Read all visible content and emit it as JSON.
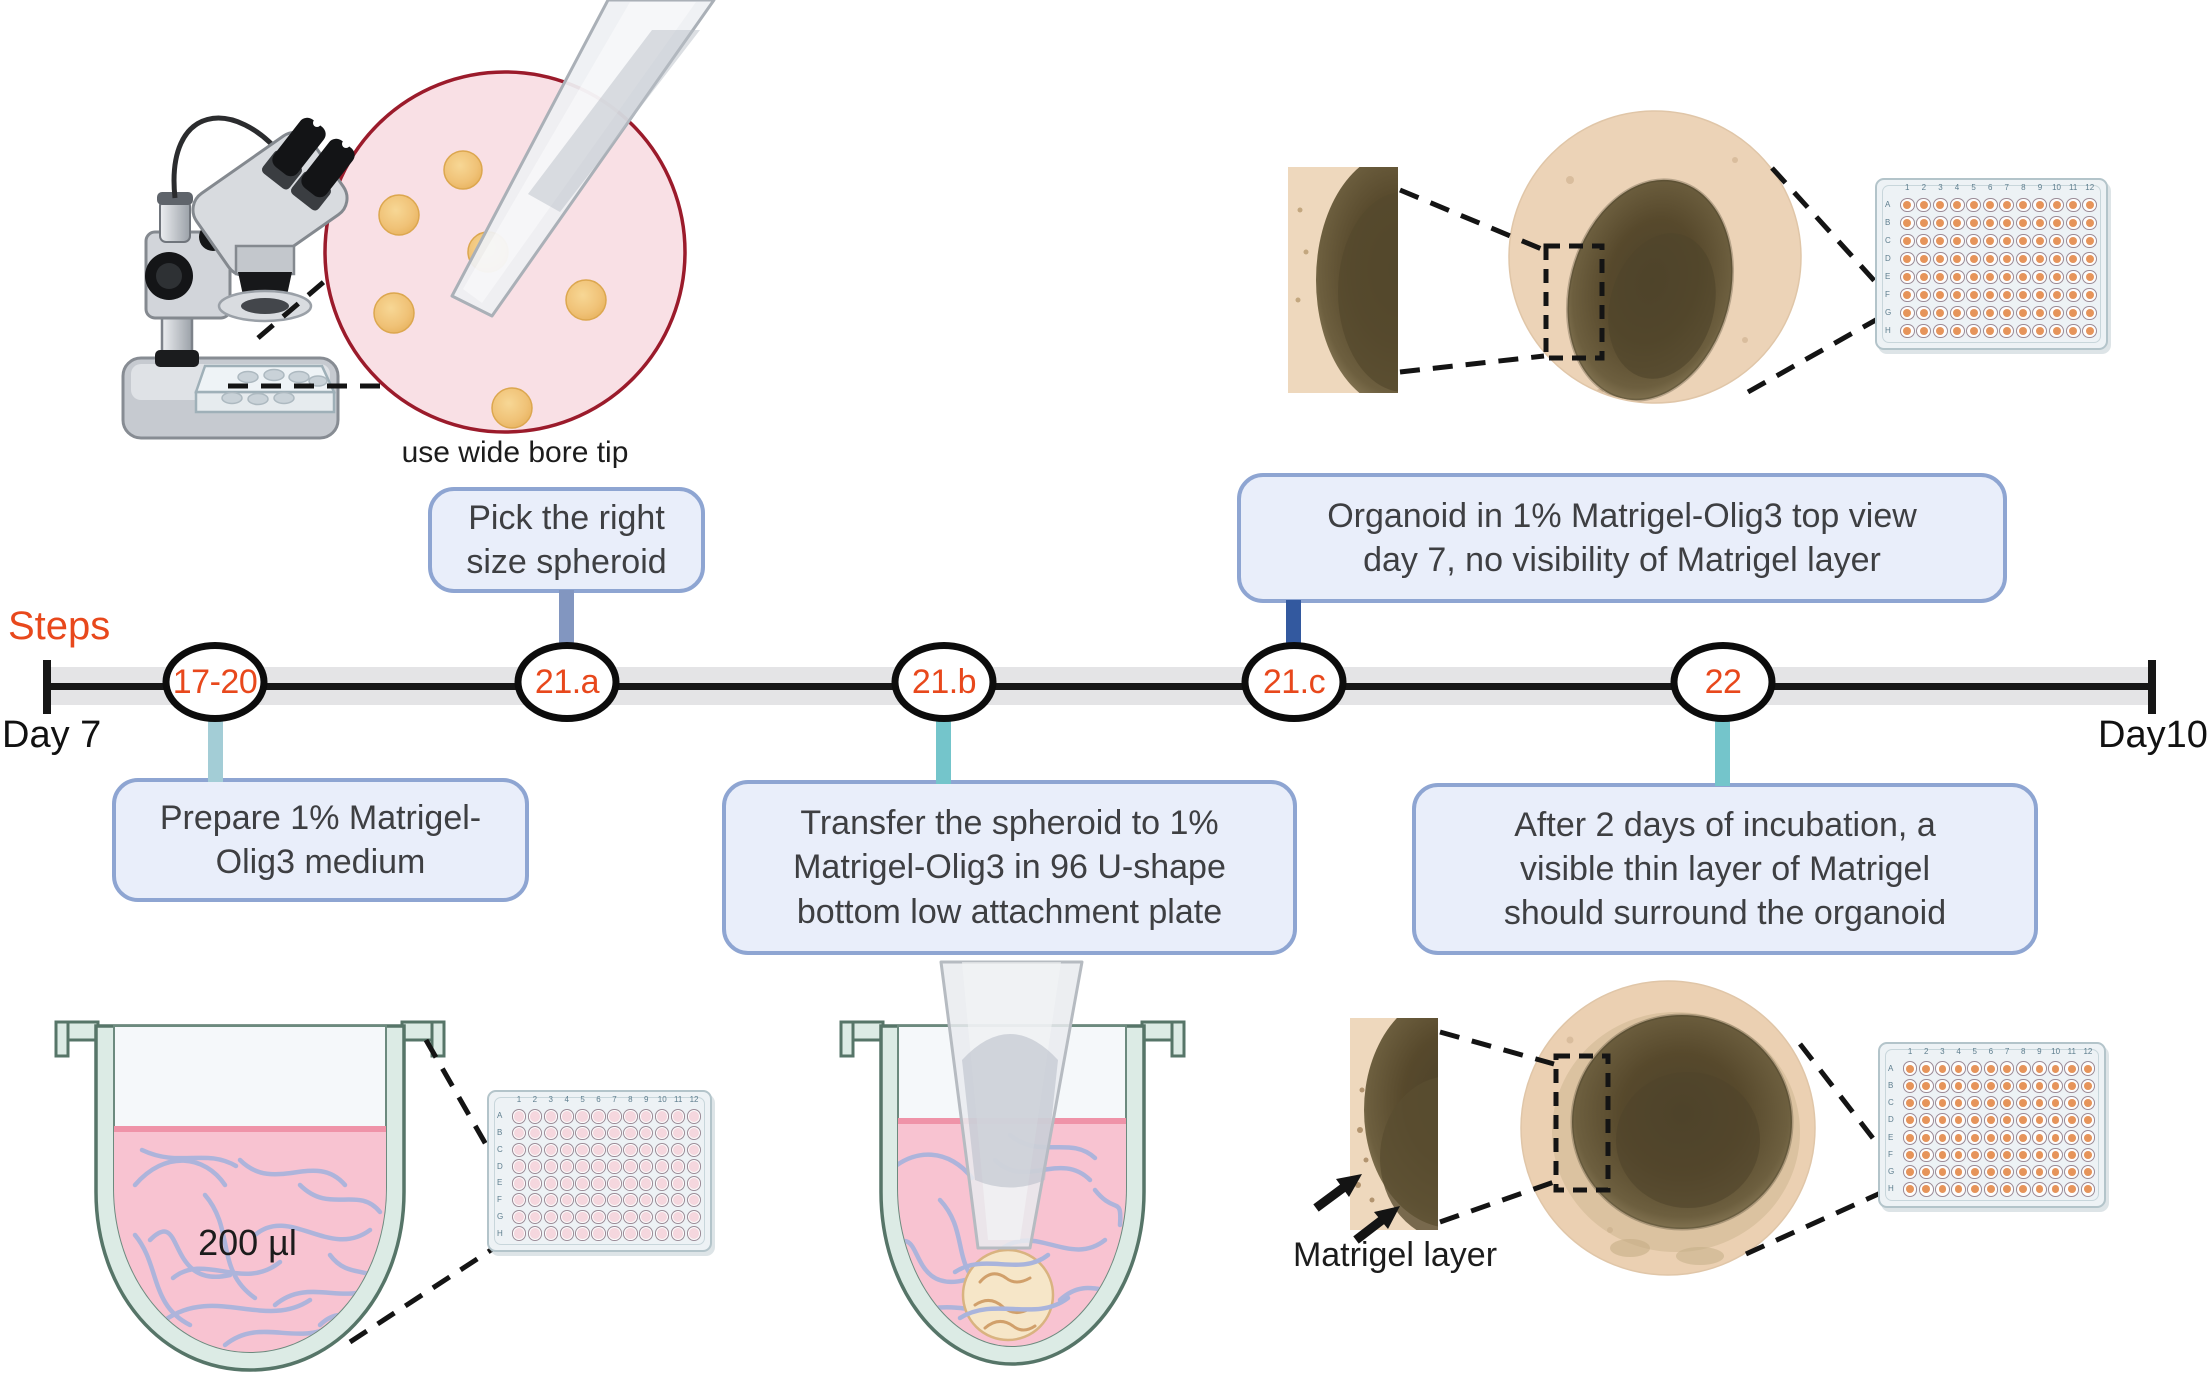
{
  "figure": {
    "labels": {
      "use_wide_bore_tip": "use wide bore tip",
      "steps": "Steps",
      "day_start": "Day 7",
      "day_end": "Day10",
      "volume": "200 µl",
      "matrigel_layer": "Matrigel layer"
    },
    "timeline": {
      "nodes": [
        {
          "label": "17-20"
        },
        {
          "label": "21.a"
        },
        {
          "label": "21.b"
        },
        {
          "label": "21.c"
        },
        {
          "label": "22"
        }
      ]
    },
    "callouts": {
      "pick": "Pick the right\nsize spheroid",
      "organoid_top_view": "Organoid in 1% Matrigel-Olig3 top view\nday 7, no visibility of Matrigel layer",
      "prepare": "Prepare 1% Matrigel-\nOlig3 medium",
      "transfer": "Transfer the spheroid to 1%\nMatrigel-Olig3 in 96 U-shape\nbottom low attachment plate",
      "after": "After 2 days of incubation, a\nvisible thin layer of Matrigel\nshould surround the organoid"
    },
    "plate": {
      "row_labels": [
        "A",
        "B",
        "C",
        "D",
        "E",
        "F",
        "G",
        "H"
      ],
      "col_labels": [
        "1",
        "2",
        "3",
        "4",
        "5",
        "6",
        "7",
        "8",
        "9",
        "10",
        "11",
        "12"
      ]
    },
    "colors": {
      "accent_orange": "#e8481c",
      "callout_fill": "#e9eefa",
      "callout_border": "#8ea5d2",
      "timeline_band": "#e4e4e6",
      "timeline_line": "#161616",
      "teal_connector": "#74c5cb",
      "teal_connector_light": "#a3cdd6",
      "blue_connector": "#8296c0",
      "dark_blue_connector": "#33599f",
      "well_orange": "#e6945a",
      "well_pink": "#f5d7de",
      "dish_pink": "#f9e0e5",
      "dish_border": "#9b1b2b",
      "medium_pink": "#f8c3d1",
      "glass_mint": "#dcebe5",
      "fiber_blue": "#a9b4dc",
      "spheroid_yellow": "#f0c277"
    }
  }
}
